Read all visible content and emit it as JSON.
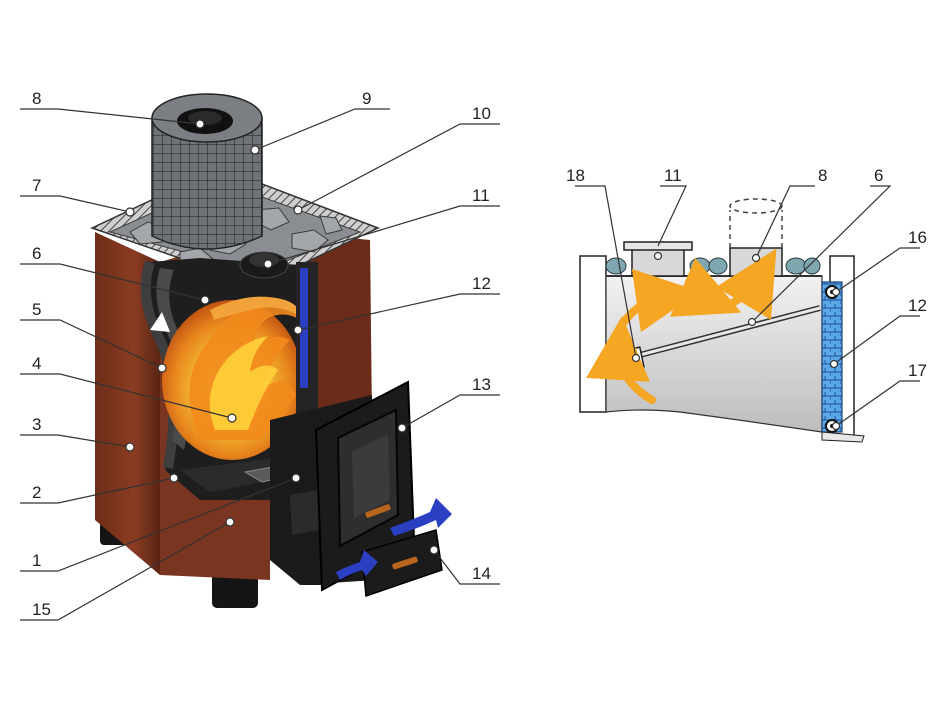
{
  "stove_labels": [
    "1",
    "2",
    "3",
    "4",
    "5",
    "6",
    "7",
    "8",
    "9",
    "10",
    "11",
    "12",
    "13",
    "14",
    "15"
  ],
  "section_labels": [
    "18",
    "11",
    "8",
    "6",
    "16",
    "12",
    "17"
  ],
  "colors": {
    "body_brown": "#7a3520",
    "body_brown_dark": "#4e2012",
    "steel_dark": "#1e1e1e",
    "stone_grey": "#8a8e92",
    "flame_orange": "#f28a1c",
    "flame_yellow": "#ffd23a",
    "arrow_orange": "#f5a623",
    "air_blue": "#2b3fc2",
    "water_blue": "#5aa8e6",
    "section_grey": "#d6d6d6"
  }
}
